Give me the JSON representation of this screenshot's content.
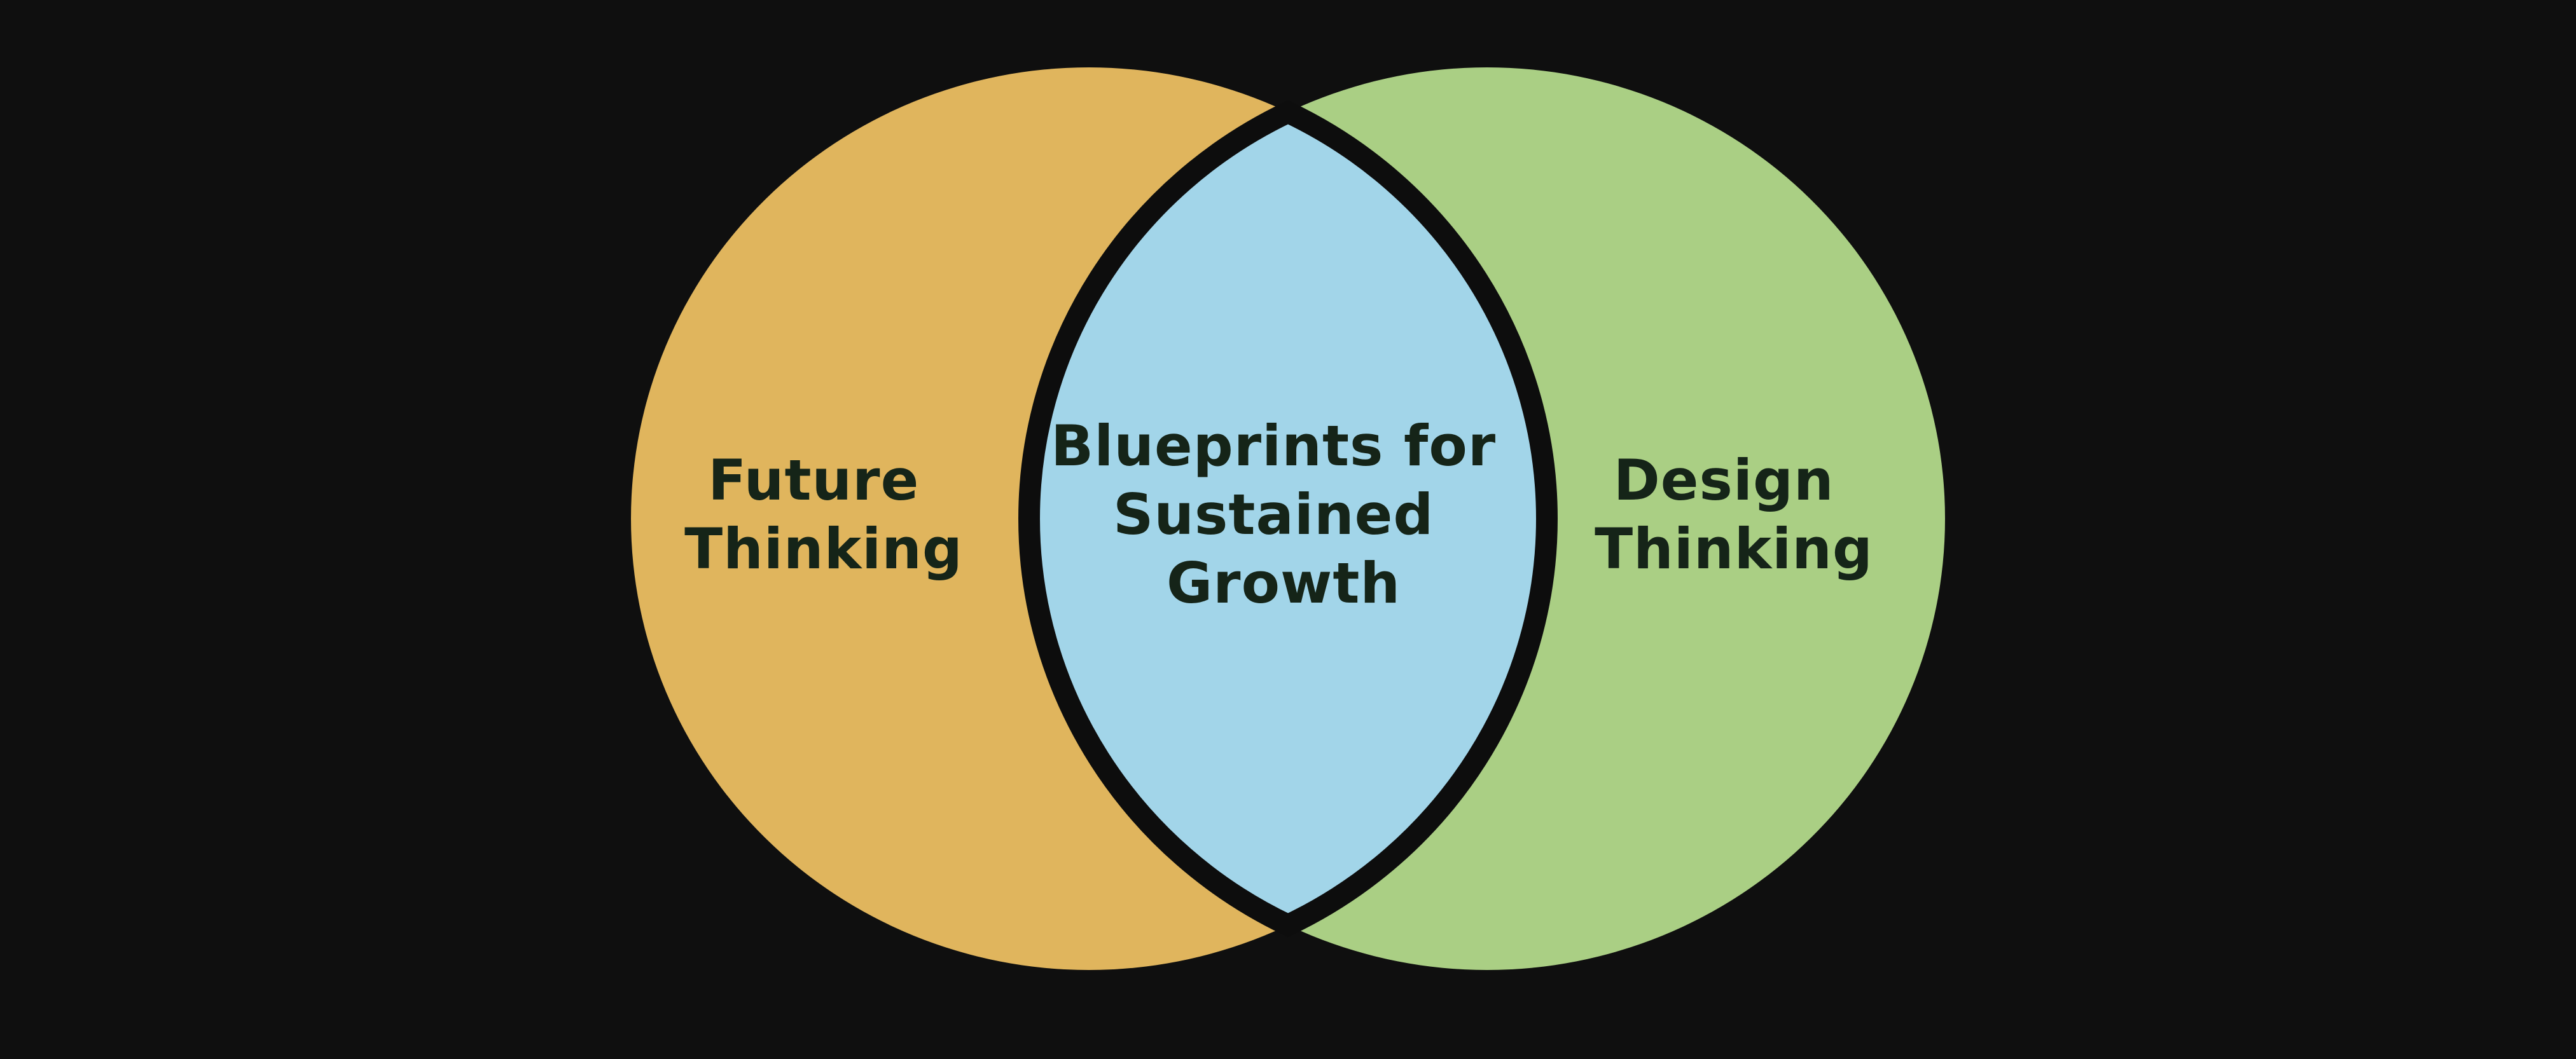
{
  "diagram": {
    "colors": {
      "background": "#0f0f0f",
      "left": "#e0b55d",
      "right": "#aacf84",
      "overlap": "#a2d5e9",
      "outline": "#0d0d0d",
      "text": "#152418"
    },
    "left": {
      "lines": [
        "Future",
        "Thinking"
      ]
    },
    "right": {
      "lines": [
        "Design",
        "Thinking"
      ]
    },
    "overlap": {
      "lines": [
        "Blueprints for",
        "Sustained",
        "Growth"
      ]
    }
  }
}
